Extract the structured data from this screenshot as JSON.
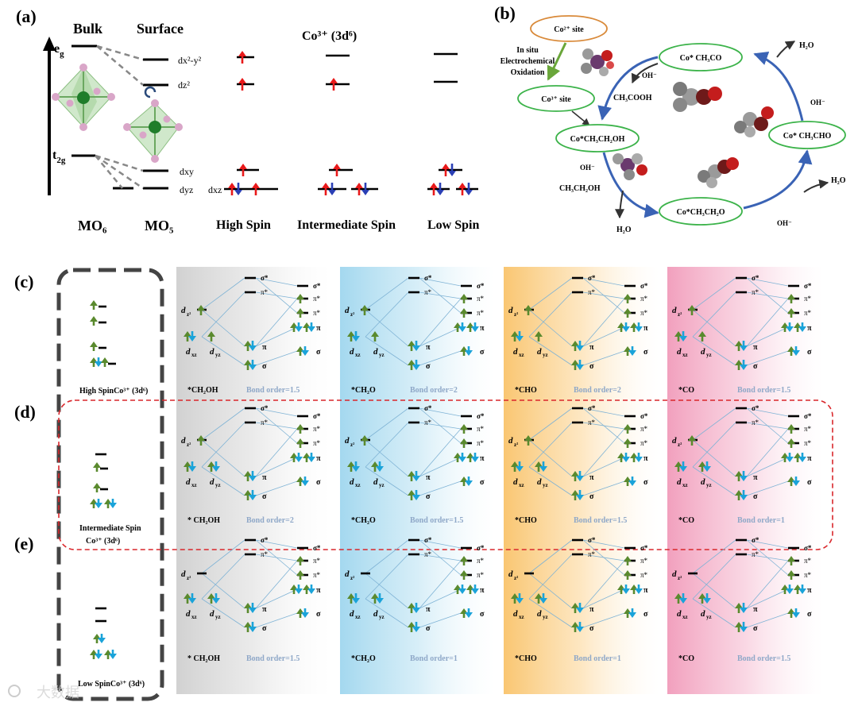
{
  "panel_a": {
    "label": "(a)",
    "bulk": "Bulk",
    "surface": "Surface",
    "co3": "Co³⁺ (3d⁶)",
    "eg": "e",
    "eg_sub": "g",
    "t2g": "t",
    "t2g_sub": "2g",
    "orb_dx2y2": "dx²-y²",
    "orb_dz2": "dz²",
    "orb_dxy": "dxy",
    "orb_dyz": "dyz",
    "orb_dxz": "dxz",
    "mo6": "MO₆",
    "mo5": "MO₅",
    "high_spin": "High Spin",
    "intermediate_spin": "Intermediate Spin",
    "low_spin": "Low Spin"
  },
  "panel_b": {
    "label": "(b)",
    "co2_site": "Co²⁺ site",
    "in_situ": [
      "In situ",
      "Electrochemical",
      "Oxidation"
    ],
    "co3_site": "Co³⁺ site",
    "co_ch3co": "Co* CH₃CO",
    "co_ch3ch2oh": "Co*CH₃CH₂OH",
    "co_ch3cho": "Co* CH₃CHO",
    "co_ch3ch2o": "Co*CH₃CH₂O",
    "oh": "OH⁻",
    "ch3cooh": "CH₃COOH",
    "ch3ch2oh": "CH₃CH₂OH",
    "h2o": "H₂O",
    "colors": {
      "ellipse_green": "#3cb34a",
      "ellipse_orange": "#d98a3a",
      "arrow_blue": "#3a63b5",
      "arrow_green": "#6aa63a"
    }
  },
  "rows": [
    {
      "label": "(c)",
      "spin": "High SpinCo³⁺ (3d⁶)",
      "cells": [
        {
          "ads": "*CH₂OH",
          "bond": "Bond order=1.5"
        },
        {
          "ads": "*CH₂O",
          "bond": "Bond order=2"
        },
        {
          "ads": "*CHO",
          "bond": "Bond order=2"
        },
        {
          "ads": "*CO",
          "bond": "Bond order=1.5"
        }
      ]
    },
    {
      "label": "(d)",
      "spin": "Intermediate Spin",
      "spin2": "Co³⁺ (3d⁶)",
      "cells": [
        {
          "ads": "* CH₂OH",
          "bond": "Bond order=2"
        },
        {
          "ads": "*CH₂O",
          "bond": "Bond order=1.5"
        },
        {
          "ads": "*CHO",
          "bond": "Bond order=1.5"
        },
        {
          "ads": "*CO",
          "bond": "Bond order=1"
        }
      ]
    },
    {
      "label": "(e)",
      "spin": "Low SpinCo³⁺ (3d⁶)",
      "cells": [
        {
          "ads": "* CH₂OH",
          "bond": "Bond order=1.5"
        },
        {
          "ads": "*CH₂O",
          "bond": "Bond order=1"
        },
        {
          "ads": "*CHO",
          "bond": "Bond order=1"
        },
        {
          "ads": "*CO",
          "bond": "Bond order=1.5"
        }
      ]
    }
  ],
  "mo": {
    "sigma_star": "σ*",
    "pi_star": "π*",
    "pi": "π",
    "sigma": "σ",
    "dz2": "d",
    "dz2_sub": "z²",
    "dxz": "d",
    "dxz_sub": "xz",
    "dyz": "d",
    "dyz_sub": "yz"
  },
  "watermark": "大数据",
  "colors": {
    "gray_col": "#d8d8d8",
    "blue_col": "#bfe3f2",
    "orange_col": "#fbd79a",
    "pink_col": "#f4b7cc",
    "spin_red": "#e8191a",
    "spin_blue": "#2a3fb5",
    "green_arrow": "#5a8a2e",
    "cyan_arrow": "#1aa3d9",
    "dash_red": "#d9262b"
  }
}
